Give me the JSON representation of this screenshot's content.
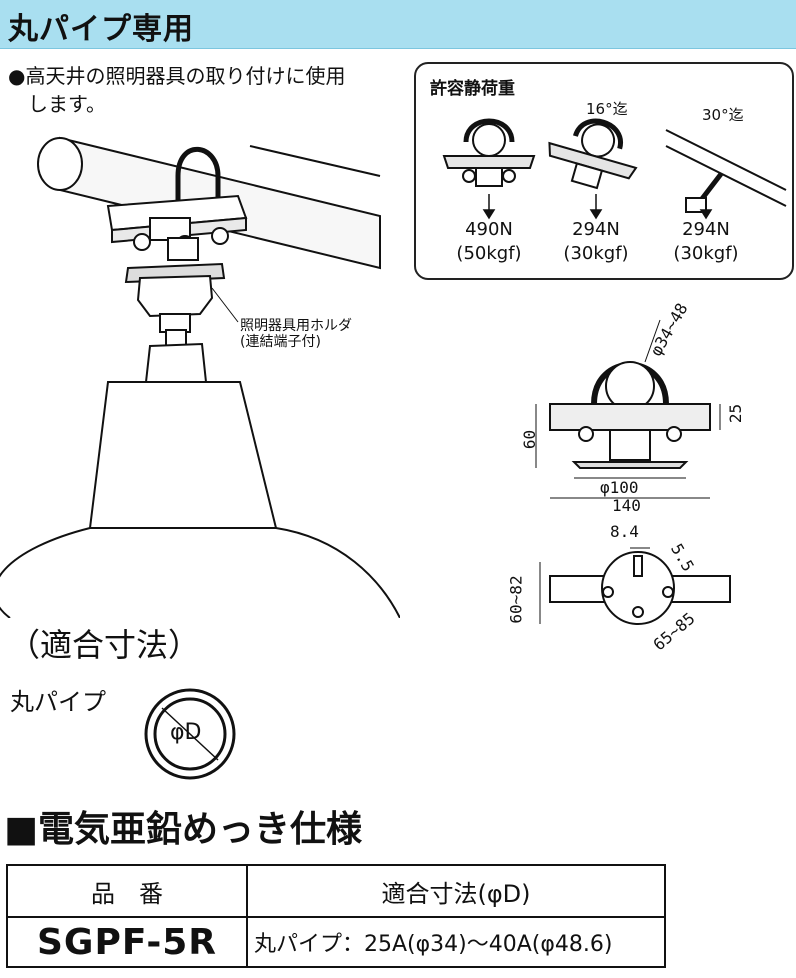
{
  "header": {
    "title": "丸パイプ専用"
  },
  "description": {
    "line1": "●高天井の照明器具の取り付けに使用",
    "line2": "　します。"
  },
  "illustration": {
    "holder_label_line1": "照明器具用ホルダ",
    "holder_label_line2": "(連結端子付)"
  },
  "load_box": {
    "title": "許容静荷重",
    "items": [
      {
        "angle": "",
        "newton": "490N",
        "kgf": "(50kgf)"
      },
      {
        "angle": "16°迄",
        "newton": "294N",
        "kgf": "(30kgf)"
      },
      {
        "angle": "30°迄",
        "newton": "294N",
        "kgf": "(30kgf)"
      }
    ]
  },
  "dimensions": {
    "pipe_dia": "φ34~48",
    "height_60": "60",
    "height_25": "25",
    "base_dia": "φ100",
    "width_140": "140",
    "hole_8_4": "8.4",
    "hole_5_5": "5.5",
    "range_60_82": "60~82",
    "range_65_85": "65~85"
  },
  "fit_section": {
    "title": "（適合寸法）",
    "pipe_label": "丸パイプ",
    "dia_label": "φD"
  },
  "spec_section": {
    "title": "■電気亜鉛めっき仕様",
    "columns": [
      "品　番",
      "適合寸法(φD)"
    ],
    "rows": [
      {
        "part_number": "SGPF-5R",
        "size": "丸パイプ：25A(φ34)～40A(φ48.6)"
      }
    ]
  }
}
